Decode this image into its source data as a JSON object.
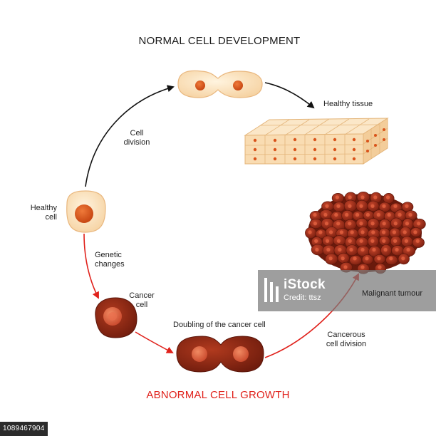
{
  "titles": {
    "normal": "NORMAL CELL DEVELOPMENT",
    "abnormal": "ABNORMAL CELL GROWTH"
  },
  "labels": {
    "cell_division": [
      "Cell",
      "division"
    ],
    "healthy_tissue": "Healthy tissue",
    "healthy_cell": [
      "Healthy",
      "cell"
    ],
    "genetic_changes": [
      "Genetic",
      "changes"
    ],
    "cancer_cell": [
      "Cancer",
      "cell"
    ],
    "doubling": "Doubling of the cancer cell",
    "cancerous_division": [
      "Cancerous",
      "cell division"
    ],
    "malignant_tumour": "Malignant tumour"
  },
  "watermark": {
    "logo_text": "iStock",
    "credit": "Credit: ttsz"
  },
  "stock_id": "1089467904",
  "colors": {
    "normal_arrow": "#111111",
    "abnormal_arrow": "#e0211b",
    "healthy_cell_fill": "#fbe0b8",
    "healthy_nucleus": "#d9531a",
    "cancer_cell_fill": "#8b2614",
    "cancer_nucleus": "#d8583a",
    "tissue_fill": "#f7ddb6"
  }
}
